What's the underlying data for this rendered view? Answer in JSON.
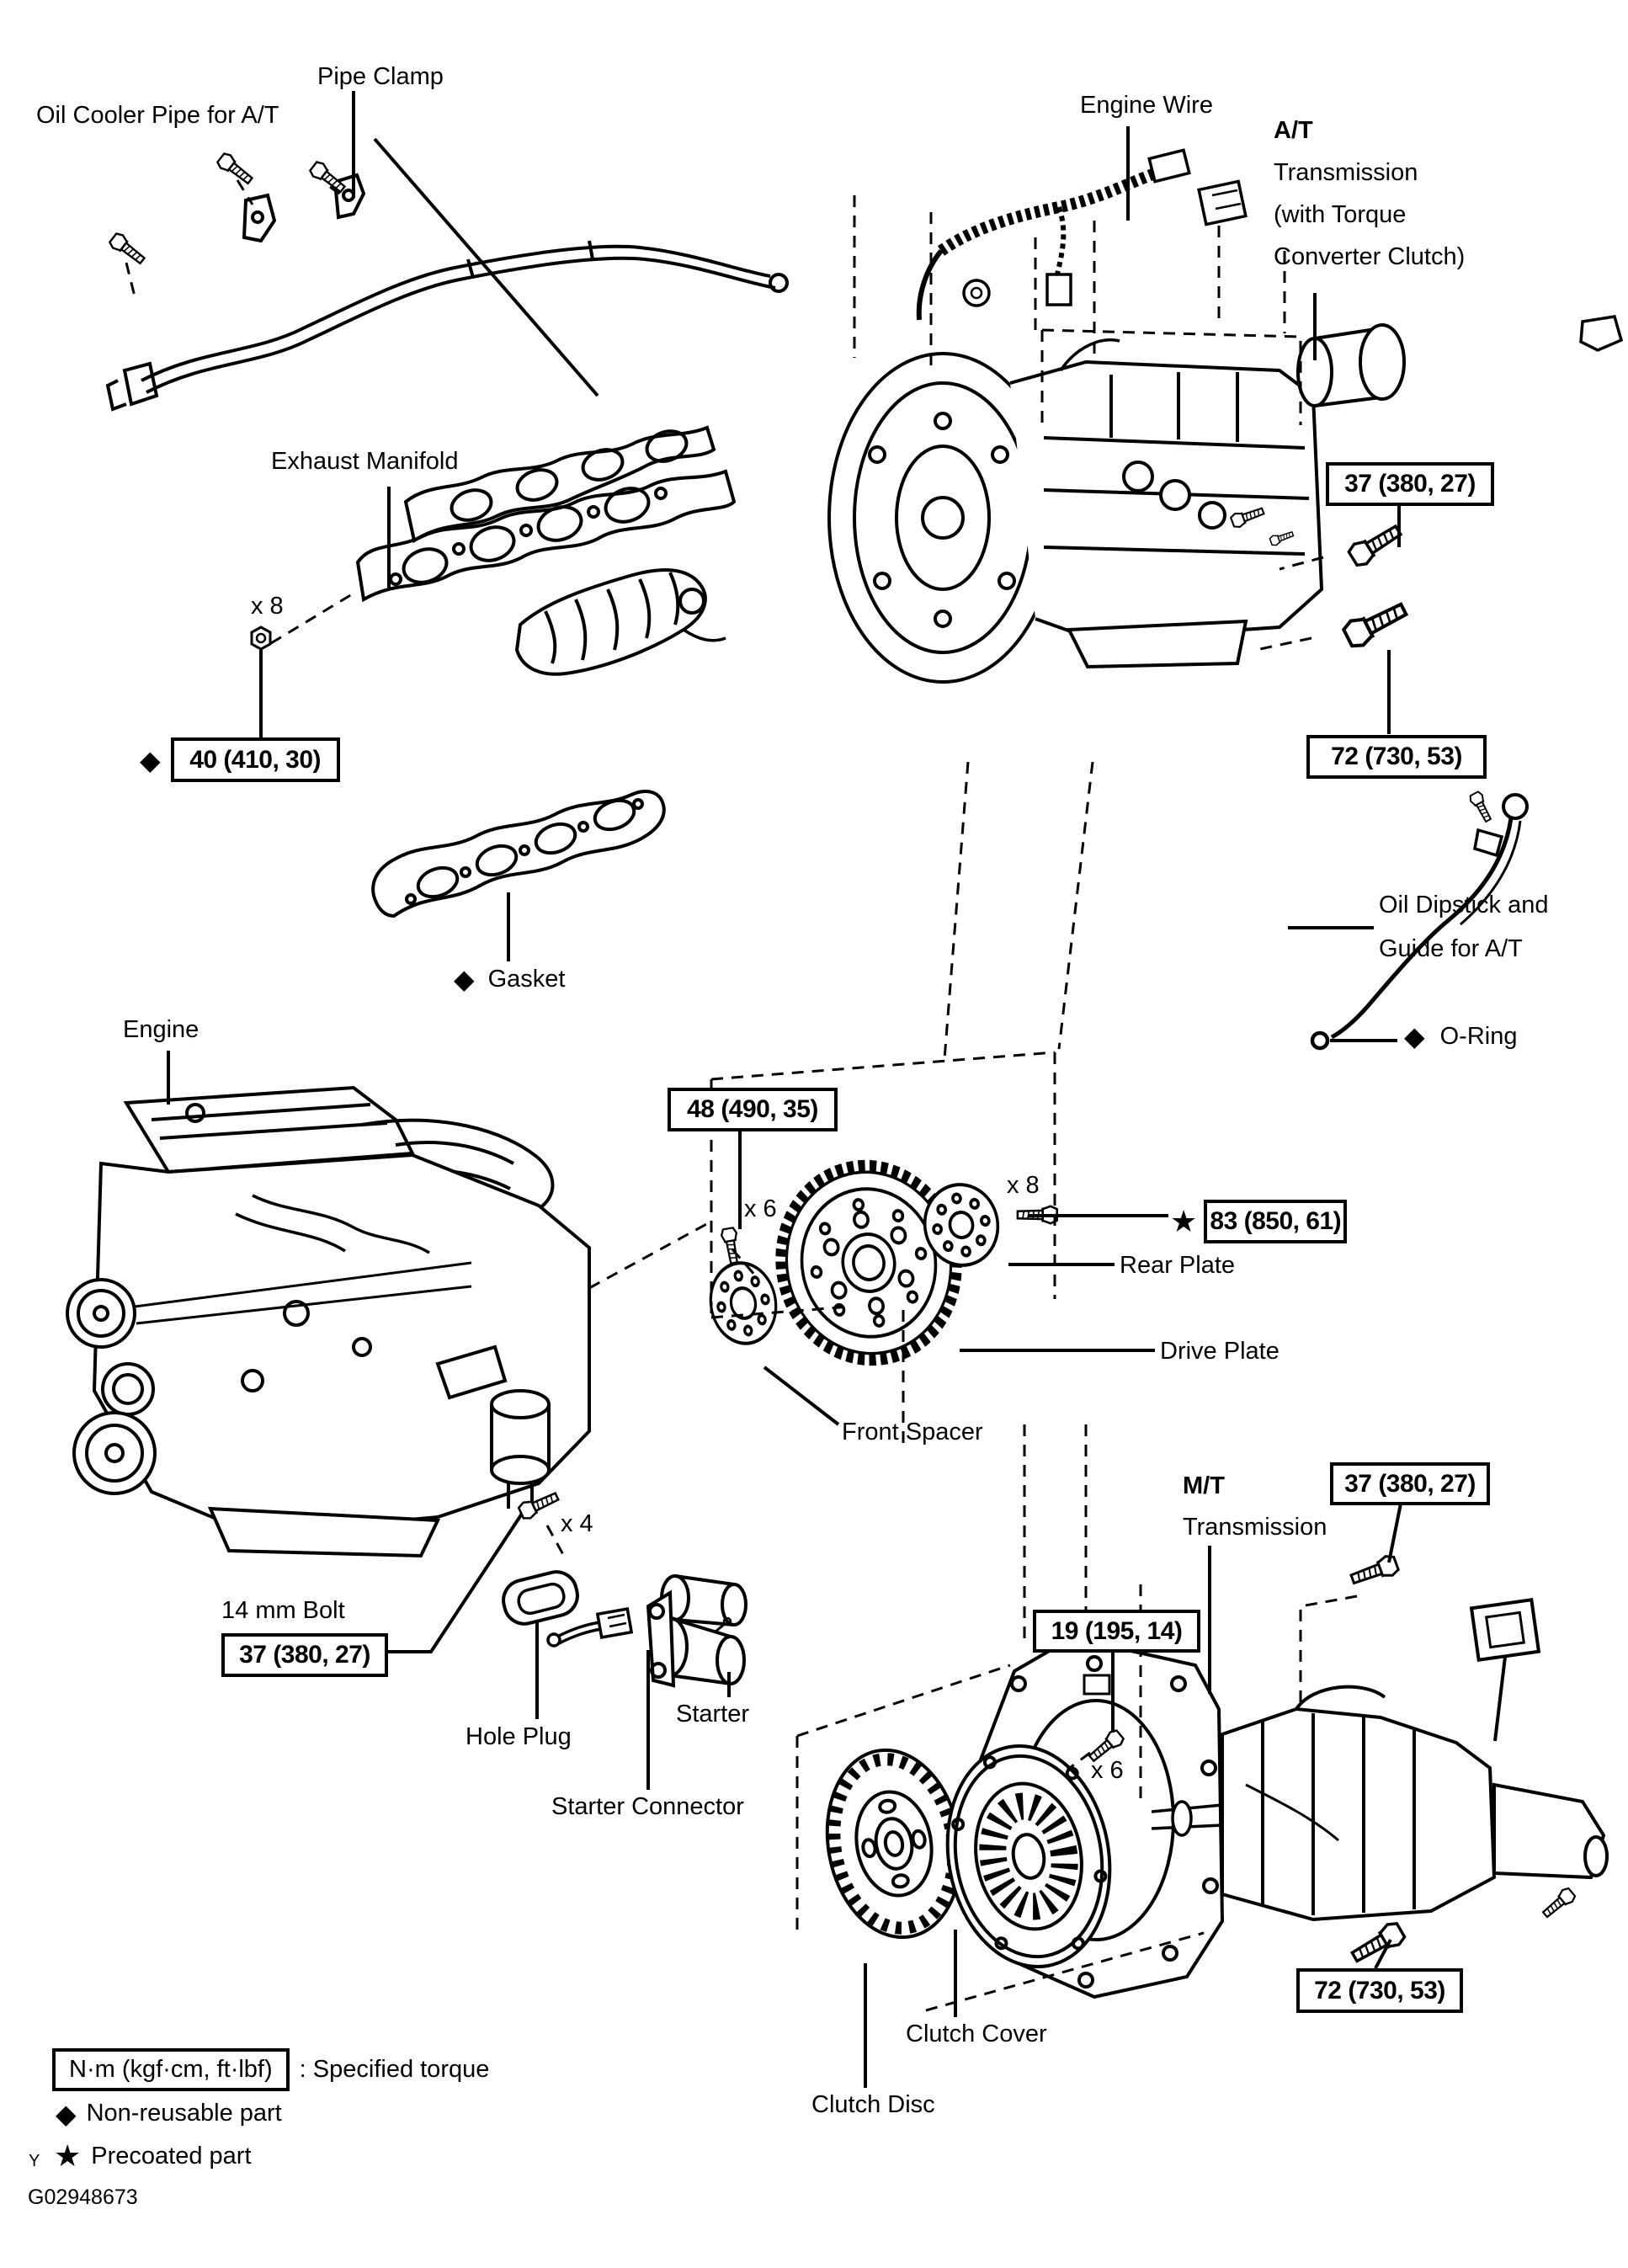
{
  "colors": {
    "ink": "#000000",
    "paper": "#ffffff"
  },
  "labels": {
    "oil_cooler_pipe": "Oil Cooler Pipe for A/T",
    "pipe_clamp": "Pipe Clamp",
    "engine_wire": "Engine Wire",
    "at_heading": "A/T",
    "at_line1": "Transmission",
    "at_line2": "(with Torque",
    "at_line3": "Converter Clutch)",
    "exhaust_manifold": "Exhaust Manifold",
    "gasket": "Gasket",
    "engine": "Engine",
    "oil_dipstick_line1": "Oil Dipstick and",
    "oil_dipstick_line2": "Guide for A/T",
    "o_ring": "O-Ring",
    "rear_plate": "Rear Plate",
    "drive_plate": "Drive Plate",
    "front_spacer": "Front Spacer",
    "mt_heading": "M/T",
    "mt_line1": "Transmission",
    "bolt_14mm": "14 mm Bolt",
    "hole_plug": "Hole Plug",
    "starter": "Starter",
    "starter_connector": "Starter Connector",
    "clutch_cover": "Clutch Cover",
    "clutch_disc": "Clutch Disc"
  },
  "counts": {
    "manifold_nuts": "x 8",
    "spacer_bolts": "x 6",
    "plate_bolts": "x 8",
    "engine_bolts": "x 4",
    "clutch_bolts": "x 6"
  },
  "torques": {
    "at_upper": "37 (380, 27)",
    "at_lower": "72 (730, 53)",
    "manifold": "40 (410, 30)",
    "spacer": "48 (490, 35)",
    "plate": "83 (850, 61)",
    "mt_upper": "37 (380, 27)",
    "clutch": "19 (195, 14)",
    "mt_lower": "72 (730, 53)",
    "engine_mount": "37 (380, 27)"
  },
  "symbols": {
    "diamond": "◆",
    "star": "★"
  },
  "legend": {
    "torque_unit": "N·m (kgf·cm, ft·lbf)",
    "torque_desc": ": Specified torque",
    "non_reusable": "Non-reusable part",
    "precoated": "Precoated part"
  },
  "footer": {
    "figure_code": "G02948673",
    "page_mark": "Y"
  }
}
